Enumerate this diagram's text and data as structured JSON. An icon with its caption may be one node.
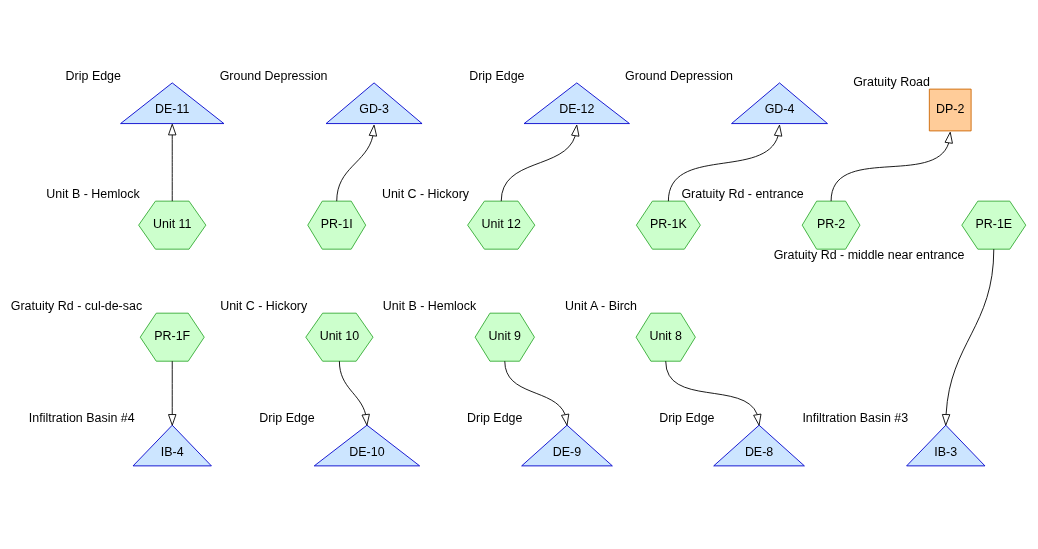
{
  "diagram": {
    "nodes": [
      {
        "text": [
          "DE-11"
        ],
        "beside": [
          "Drip Edge"
        ]
      },
      {
        "text": [
          "GD-3"
        ],
        "beside": [
          "Ground Depression"
        ]
      },
      {
        "text": [
          "DE-12"
        ],
        "beside": [
          "Drip Edge"
        ]
      },
      {
        "text": [
          "GD-4"
        ],
        "beside": [
          "Ground Depression"
        ]
      },
      {
        "text": [
          "DP-2"
        ],
        "beside": [
          "Gratuity Road"
        ]
      },
      {
        "text": [
          "Unit 11"
        ],
        "beside": [
          "Unit B - Hemlock"
        ]
      },
      {
        "text": [
          "PR-1I"
        ]
      },
      {
        "text": [
          "Unit 12"
        ],
        "beside": [
          "Unit C - Hickory"
        ]
      },
      {
        "text": [
          "PR-1K"
        ]
      },
      {
        "text": [
          "PR-2"
        ],
        "beside": [
          "Gratuity Rd - entrance"
        ]
      },
      {
        "text": [
          "PR-1E"
        ],
        "beside": [
          "Gratuity Rd - middle near entrance"
        ]
      },
      {
        "text": [
          "PR-1F"
        ],
        "beside": [
          "Gratuity Rd - cul-de-sac"
        ]
      },
      {
        "text": [
          "Unit 10"
        ],
        "beside": [
          "Unit C - Hickory"
        ]
      },
      {
        "text": [
          "Unit 9"
        ],
        "beside": [
          "Unit B - Hemlock"
        ]
      },
      {
        "text": [
          "Unit 8"
        ],
        "beside": [
          "Unit A - Birch"
        ]
      },
      {
        "text": [
          "IB-4"
        ],
        "beside": [
          "Infiltration Basin #4"
        ]
      },
      {
        "text": [
          "DE-10"
        ],
        "beside": [
          "Drip Edge"
        ]
      },
      {
        "text": [
          "DE-9"
        ],
        "beside": [
          "Drip Edge"
        ]
      },
      {
        "text": [
          "DE-8"
        ],
        "beside": [
          "Drip Edge"
        ]
      },
      {
        "text": [
          "IB-3"
        ],
        "beside": [
          "Infiltration Basin #3"
        ]
      }
    ],
    "edges": [
      {
        "from": 5,
        "to": 0,
        "arrow": "to"
      },
      {
        "from": 6,
        "to": 1,
        "arrow": "to"
      },
      {
        "from": 7,
        "to": 2,
        "arrow": "to"
      },
      {
        "from": 8,
        "to": 3,
        "arrow": "to"
      },
      {
        "from": 9,
        "to": 4,
        "arrow": "to"
      },
      {
        "from": 10,
        "to": 19,
        "arrow": "to"
      },
      {
        "from": 11,
        "to": 15,
        "arrow": "to"
      },
      {
        "from": 12,
        "to": 16,
        "arrow": "to"
      },
      {
        "from": 13,
        "to": 17,
        "arrow": "to"
      },
      {
        "from": 14,
        "to": 18,
        "arrow": "to"
      }
    ]
  }
}
